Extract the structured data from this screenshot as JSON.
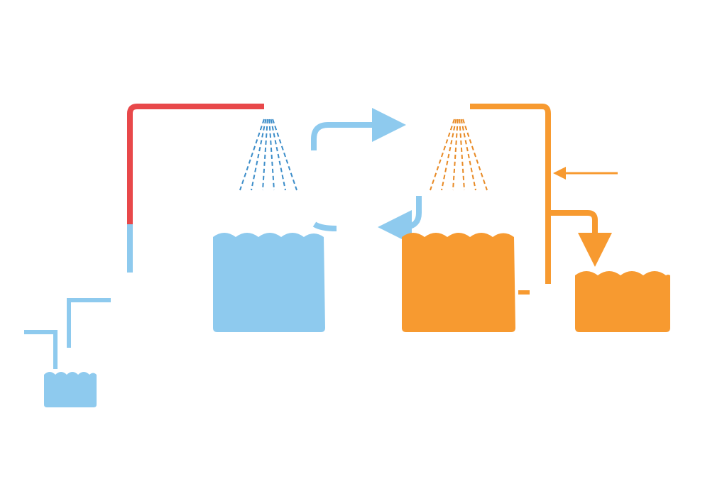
{
  "colors": {
    "water_blue": "#8ECAEE",
    "process_orange": "#F79A30",
    "hot_red": "#E8484A",
    "spray_blue": "#3C8DC9",
    "spray_orange": "#E88A25",
    "background": "#FFFFFF"
  },
  "vessels": [
    {
      "id": "small-tank",
      "fill": "water_blue"
    },
    {
      "id": "tank-1",
      "fill": "water_blue"
    },
    {
      "id": "tank-2",
      "fill": "process_orange"
    },
    {
      "id": "tank-3",
      "fill": "process_orange"
    }
  ],
  "flows": [
    {
      "id": "feed-line",
      "color": "water_blue"
    },
    {
      "id": "heated-line",
      "color": "hot_red"
    },
    {
      "id": "transfer-arrow",
      "color": "water_blue",
      "direction": "right"
    },
    {
      "id": "return-arrow",
      "color": "water_blue",
      "direction": "left"
    },
    {
      "id": "recirculation-line",
      "color": "process_orange"
    },
    {
      "id": "inlet-arrow",
      "color": "process_orange",
      "direction": "left"
    },
    {
      "id": "drop-arrow",
      "color": "process_orange",
      "direction": "down"
    }
  ],
  "sprays": [
    {
      "id": "spray-nozzle-1",
      "color": "spray_blue"
    },
    {
      "id": "spray-nozzle-2",
      "color": "spray_orange"
    }
  ]
}
